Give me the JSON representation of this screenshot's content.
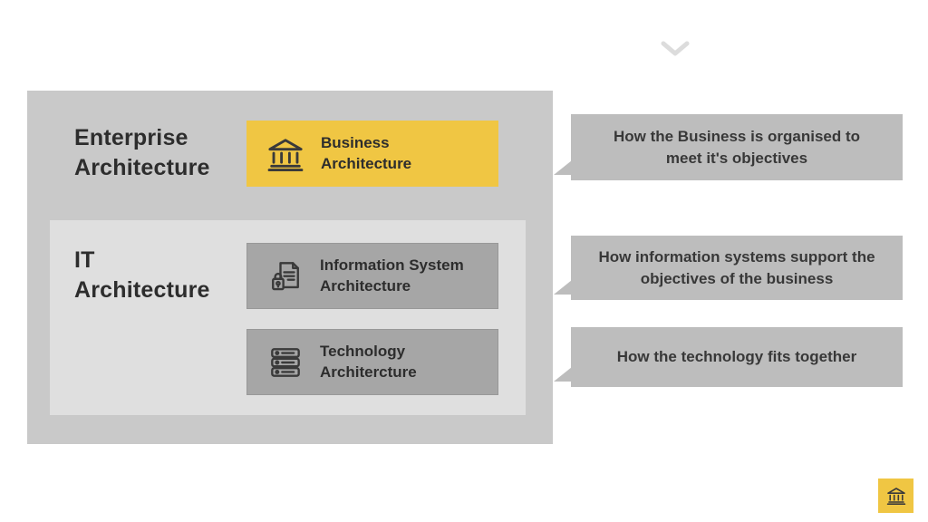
{
  "colors": {
    "background": "#ffffff",
    "outer_container": "#c9c9c9",
    "inner_container": "#dfdfdf",
    "accent_yellow": "#f0c643",
    "box_gray": "#a6a6a6",
    "callout_gray": "#bdbdbd",
    "text_dark": "#2d2d2d"
  },
  "diagram": {
    "enterprise_label": "Enterprise Architecture",
    "it_label": "IT Architecture",
    "boxes": [
      {
        "id": "business",
        "label": "Business Architecture",
        "icon": "bank-icon"
      },
      {
        "id": "information-system",
        "label": "Information System Architecture",
        "icon": "document-lock-icon"
      },
      {
        "id": "technology",
        "label": "Technology Architercture",
        "icon": "server-stack-icon"
      }
    ],
    "callouts": [
      {
        "text": "How the Business is organised to meet it's objectives"
      },
      {
        "text": "How information systems support the objectives of the business"
      },
      {
        "text": "How the technology fits together"
      }
    ],
    "logo_icon": "bank-icon",
    "decoration_icon": "chevron-down-icon"
  }
}
